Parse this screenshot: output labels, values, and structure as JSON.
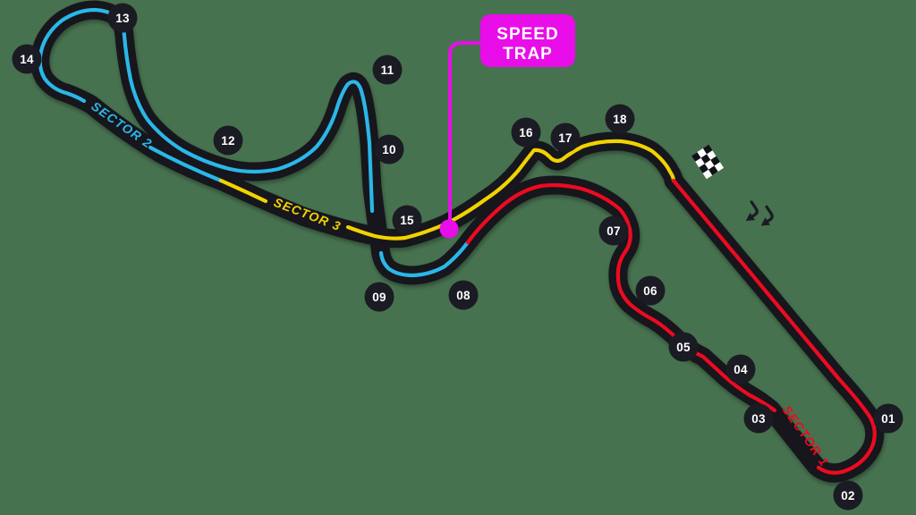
{
  "background_color": "#47724f",
  "map": {
    "name": "race-circuit-map",
    "track_color": "#17171f",
    "marker_fill": "#1b1b24",
    "marker_text_color": "#ffffff",
    "finish_flag_icon": "checkered-flag",
    "direction_arrows_icon": "track-direction-arrows",
    "speed_trap_dot_icon": "speed-trap-dot"
  },
  "sectors": [
    {
      "label": "SECTOR 1",
      "color": "#ee0a20"
    },
    {
      "label": "SECTOR 2",
      "color": "#2ab7e8"
    },
    {
      "label": "SECTOR 3",
      "color": "#f2d200"
    }
  ],
  "speed_trap": {
    "line1": "SPEED",
    "line2": "TRAP",
    "color": "#e90de9",
    "text_color": "#ffffff"
  },
  "corner_markers": [
    {
      "label": "01"
    },
    {
      "label": "02"
    },
    {
      "label": "03"
    },
    {
      "label": "04"
    },
    {
      "label": "05"
    },
    {
      "label": "06"
    },
    {
      "label": "07"
    },
    {
      "label": "08"
    },
    {
      "label": "09"
    },
    {
      "label": "10"
    },
    {
      "label": "11"
    },
    {
      "label": "12"
    },
    {
      "label": "13"
    },
    {
      "label": "14"
    },
    {
      "label": "15"
    },
    {
      "label": "16"
    },
    {
      "label": "17"
    },
    {
      "label": "18"
    }
  ]
}
